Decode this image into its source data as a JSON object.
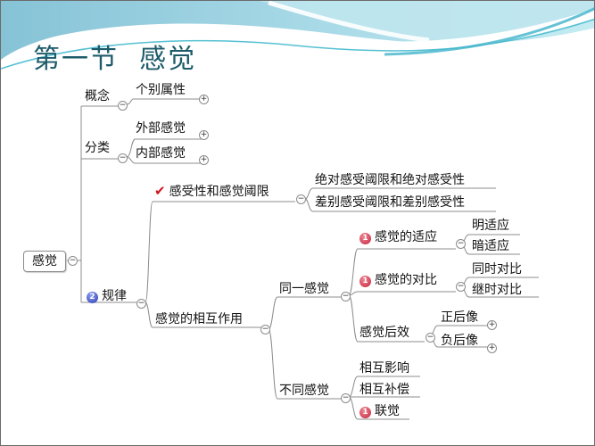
{
  "slide": {
    "title": "第一节  感觉",
    "colors": {
      "title": "#1c5b69",
      "wave_dark": "#7fc6d6",
      "wave_light": "#bfe6ee",
      "badge_red": "#c3213a",
      "badge_blue": "#2a3ab0",
      "check": "#d0141e",
      "line": "#8c8c8c"
    }
  },
  "mindmap": {
    "root": {
      "label": "感觉"
    },
    "branches": [
      {
        "label": "概念",
        "children": [
          {
            "label": "个别属性",
            "collapsed": true
          }
        ]
      },
      {
        "label": "分类",
        "children": [
          {
            "label": "外部感觉",
            "collapsed": true
          },
          {
            "label": "内部感觉",
            "collapsed": true
          }
        ]
      },
      {
        "label": "规律",
        "badge": "2",
        "children": [
          {
            "label": "感受性和感觉阈限",
            "icon": "checkmark",
            "children": [
              {
                "label": "绝对感受阈限和绝对感受性"
              },
              {
                "label": "差别感受阈限和差别感受性"
              }
            ]
          },
          {
            "label": "感觉的相互作用",
            "children": [
              {
                "label": "同一感觉",
                "children": [
                  {
                    "label": "感觉的适应",
                    "badge": "1",
                    "children": [
                      {
                        "label": "明适应"
                      },
                      {
                        "label": "暗适应"
                      }
                    ]
                  },
                  {
                    "label": "感觉的对比",
                    "badge": "1",
                    "children": [
                      {
                        "label": "同时对比"
                      },
                      {
                        "label": "继时对比"
                      }
                    ]
                  },
                  {
                    "label": "感觉后效",
                    "children": [
                      {
                        "label": "正后像",
                        "collapsed": true
                      },
                      {
                        "label": "负后像",
                        "collapsed": true
                      }
                    ]
                  }
                ]
              },
              {
                "label": "不同感觉",
                "children": [
                  {
                    "label": "相互影响"
                  },
                  {
                    "label": "相互补偿"
                  },
                  {
                    "label": "联觉",
                    "badge": "1"
                  }
                ]
              }
            ]
          }
        ]
      }
    ],
    "toggle": {
      "expanded": "−",
      "collapsed": "+"
    }
  }
}
